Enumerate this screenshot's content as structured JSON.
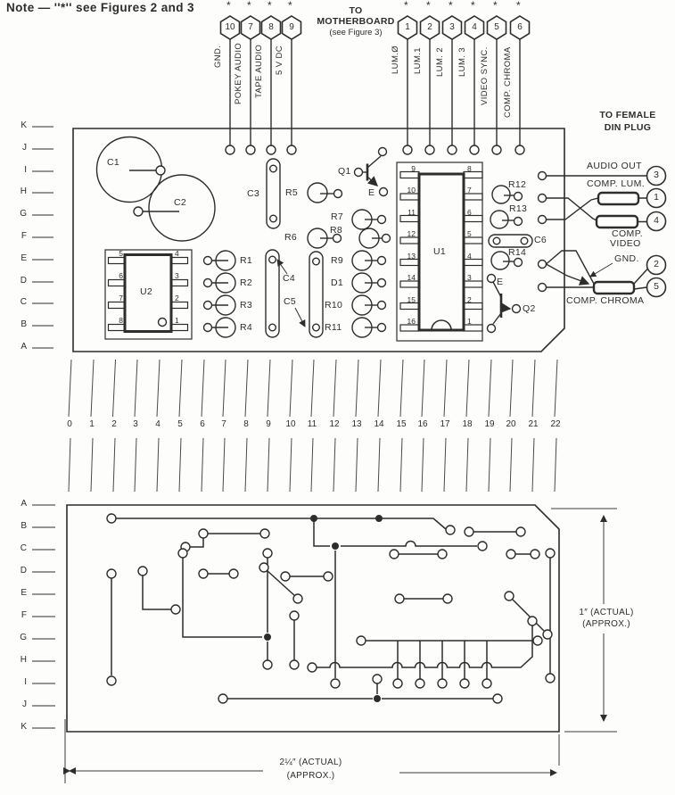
{
  "colors": {
    "ink": "#2d2d2d",
    "paper": "#fdfdfb"
  },
  "note": "Note — ''*'' see Figures 2 and 3",
  "asterisk": "*",
  "motherboard_callout": {
    "line1": "TO",
    "line2": "MOTHERBOARD",
    "line3": "(see Figure 3)"
  },
  "din_callout": {
    "line1": "TO FEMALE",
    "line2": "DIN PLUG"
  },
  "top_connectors": [
    {
      "pin": "10",
      "label": "GND."
    },
    {
      "pin": "7",
      "label": "POKEY AUDIO"
    },
    {
      "pin": "8",
      "label": "TAPE AUDIO"
    },
    {
      "pin": "9",
      "label": "5 V DC"
    },
    {
      "pin": "1",
      "label": "LUM.Ø"
    },
    {
      "pin": "2",
      "label": "LUM.1"
    },
    {
      "pin": "3",
      "label": "LUM. 2"
    },
    {
      "pin": "4",
      "label": "LUM. 3"
    },
    {
      "pin": "5",
      "label": "VIDEO SYNC."
    },
    {
      "pin": "6",
      "label": "COMP. CHROMA"
    }
  ],
  "row_labels_top": [
    "K",
    "J",
    "I",
    "H",
    "G",
    "F",
    "E",
    "D",
    "C",
    "B",
    "A"
  ],
  "row_labels_bottom": [
    "A",
    "B",
    "C",
    "D",
    "E",
    "F",
    "G",
    "H",
    "I",
    "J",
    "K"
  ],
  "ruler": [
    "0",
    "1",
    "2",
    "3",
    "4",
    "5",
    "6",
    "7",
    "8",
    "9",
    "10",
    "11",
    "12",
    "13",
    "14",
    "15",
    "16",
    "17",
    "18",
    "19",
    "20",
    "21",
    "22"
  ],
  "components": {
    "c1": "C1",
    "c2": "C2",
    "c3": "C3",
    "c4": "C4",
    "c5": "C5",
    "c6": "C6",
    "r1": "R1",
    "r2": "R2",
    "r3": "R3",
    "r4": "R4",
    "r5": "R5",
    "r6": "R6",
    "r7": "R7",
    "r8": "R8",
    "r9": "R9",
    "r10": "R10",
    "r11": "R11",
    "r12": "R12",
    "r13": "R13",
    "r14": "R14",
    "d1": "D1",
    "q1": "Q1",
    "q2": "Q2",
    "u1": "U1",
    "u2": "U2",
    "e": "E"
  },
  "u1": {
    "left_pins": [
      "9",
      "10",
      "11",
      "12",
      "13",
      "14",
      "15",
      "16"
    ],
    "right_pins": [
      "8",
      "7",
      "6",
      "5",
      "4",
      "3",
      "2",
      "1"
    ]
  },
  "u2": {
    "left_pins": [
      "5",
      "6",
      "7",
      "8"
    ],
    "right_pins": [
      "4",
      "3",
      "2",
      "1"
    ]
  },
  "din_outputs": {
    "audio_out": "AUDIO OUT",
    "comp_lum": "COMP. LUM.",
    "comp_video_1": "COMP.",
    "comp_video_2": "VIDEO",
    "gnd": "GND.",
    "comp_chroma": "COMP. CHROMA",
    "pin3": "3",
    "pin1": "1",
    "pin4": "4",
    "pin2": "2",
    "pin5": "5"
  },
  "dimensions": {
    "width_1": "2¼″ (ACTUAL)",
    "width_2": "(APPROX.)",
    "height_1": "1″ (ACTUAL)",
    "height_2": "(APPROX.)"
  }
}
